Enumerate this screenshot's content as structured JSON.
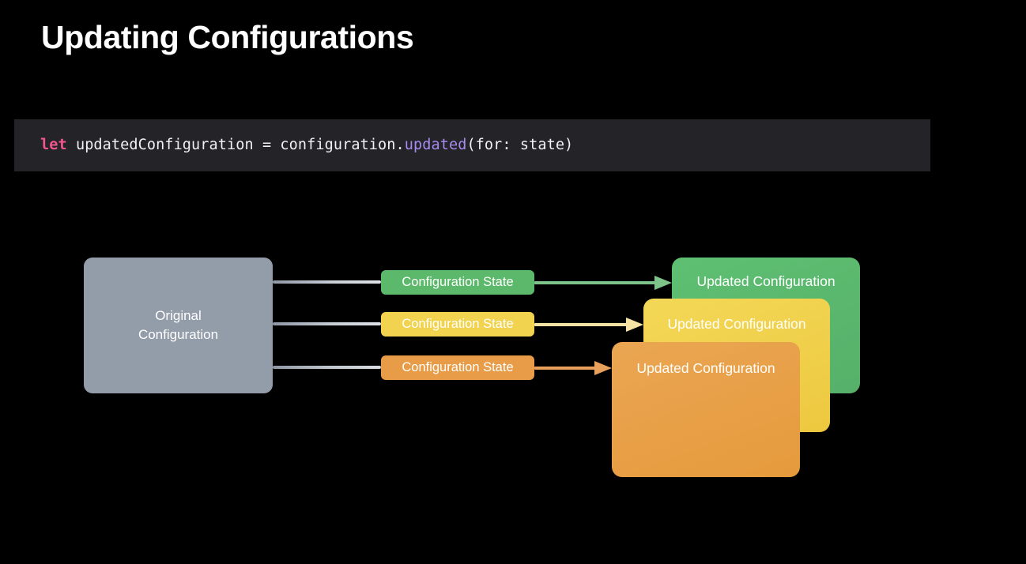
{
  "slide": {
    "title": "Updating Configurations",
    "background_color": "#000000",
    "title_color": "#ffffff"
  },
  "code": {
    "background_color": "#232328",
    "keyword": "let",
    "keyword_color": "#f2558e",
    "after_keyword": " updatedConfiguration = configuration.",
    "method": "updated",
    "method_color": "#a78bf0",
    "after_method": "(for: state)",
    "plain_color": "#f2f2f4",
    "full_text": "let updatedConfiguration = configuration.updated(for: state)"
  },
  "diagram": {
    "source": {
      "label_line_1": "Original",
      "label_line_2": "Configuration",
      "color": "#939daa"
    },
    "connectors": [
      {
        "name": "connector-1",
        "color": "#c9ced6"
      },
      {
        "name": "connector-2",
        "color": "#c9ced6"
      },
      {
        "name": "connector-3",
        "color": "#c2c8d1"
      }
    ],
    "states": [
      {
        "label": "Configuration State",
        "color": "#5cb96b",
        "variant": "green"
      },
      {
        "label": "Configuration State",
        "color": "#f2d34f",
        "variant": "yellow"
      },
      {
        "label": "Configuration State",
        "color": "#e89c47",
        "variant": "orange"
      }
    ],
    "arrows": [
      {
        "name": "arrow-green",
        "color": "#7ec48a"
      },
      {
        "name": "arrow-yellow",
        "color": "#f7e2a6"
      },
      {
        "name": "arrow-orange",
        "color": "#e8a05b"
      }
    ],
    "results": [
      {
        "label": "Updated Configuration",
        "color": "#5ebf72",
        "variant": "green",
        "stack_order": 1
      },
      {
        "label": "Updated Configuration",
        "color": "#f3d857",
        "variant": "yellow",
        "stack_order": 2
      },
      {
        "label": "Updated Configuration",
        "color": "#eba653",
        "variant": "orange",
        "stack_order": 3
      }
    ]
  }
}
